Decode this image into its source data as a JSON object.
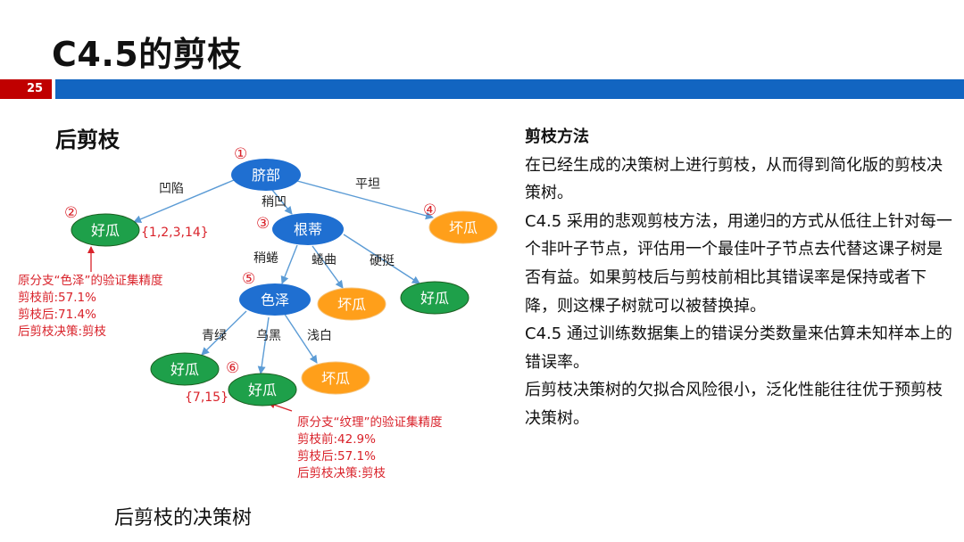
{
  "title": "C4.5的剪枝",
  "page_number": "25",
  "subtitle": "后剪枝",
  "caption": "后剪枝的决策树",
  "right_panel": {
    "heading": "剪枝方法",
    "paragraphs": [
      "在已经生成的决策树上进行剪枝，从而得到简化版的剪枝决策树。",
      "C4.5 采用的悲观剪枝方法，用递归的方式从低往上针对每一个非叶子节点，评估用一个最佳叶子节点去代替这课子树是否有益。如果剪枝后与剪枝前相比其错误率是保持或者下降，则这棵子树就可以被替换掉。",
      "C4.5 通过训练数据集上的错误分类数量来估算未知样本上的错误率。",
      "后剪枝决策树的欠拟合风险很小，泛化性能往往优于预剪枝决策树。"
    ]
  },
  "tree": {
    "nodes": {
      "root": "脐部",
      "n2": "好瓜",
      "n3": "根蒂",
      "n4": "坏瓜",
      "n5": "色泽",
      "n3_mid": "坏瓜",
      "n3_right": "好瓜",
      "n5_left": "好瓜",
      "n6": "好瓜",
      "n5_right": "坏瓜"
    },
    "markers": {
      "m1": "①",
      "m2": "②",
      "m3": "③",
      "m4": "④",
      "m5": "⑤",
      "m6": "⑥"
    },
    "edges": {
      "root_left": "凹陷",
      "root_mid": "稍凹",
      "root_right": "平坦",
      "n3_left": "稍蜷",
      "n3_mid": "蜷曲",
      "n3_right": "硬挺",
      "n5_left": "青绿",
      "n5_mid": "乌黑",
      "n5_right": "浅白"
    },
    "sets": {
      "n2": "{1,2,3,14}",
      "n6": "{7,15}"
    },
    "annotation1": [
      "原分支“色泽”的验证集精度",
      "剪枝前:57.1%",
      "剪枝后:71.4%",
      "后剪枝决策:剪枝"
    ],
    "annotation2": [
      "原分支“纹理”的验证集精度",
      "剪枝前:42.9%",
      "剪枝后:57.1%",
      "后剪枝决策:剪枝"
    ]
  },
  "colors": {
    "internal": "#1f6fd1",
    "good": "#1ea04a",
    "bad": "#ff9f1a",
    "annotation": "#d9222a",
    "edge": "#5b9bd5"
  }
}
